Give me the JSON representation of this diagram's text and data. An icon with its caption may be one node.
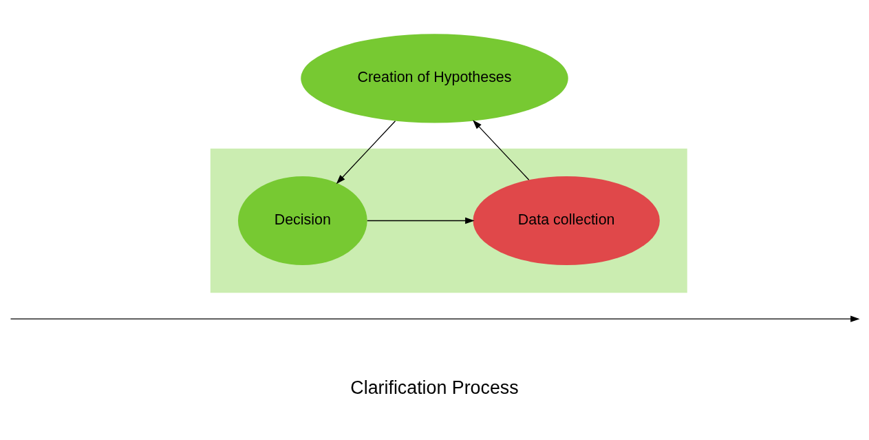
{
  "diagram": {
    "nodes": [
      {
        "text": [],
        "shape": "box"
      },
      {
        "text": [
          "Creation of Hypotheses"
        ]
      },
      {
        "text": [
          "Decision"
        ],
        "in": 0
      },
      {
        "text": [
          "Data collection"
        ],
        "in": 0
      }
    ],
    "edges": [
      {
        "from": 1,
        "to": 2,
        "arrow": "to"
      },
      {
        "from": 3,
        "to": 1,
        "arrow": "to"
      },
      {
        "from": 2,
        "to": 3,
        "arrow": "to"
      }
    ],
    "labels": [
      "Clarification Process"
    ]
  }
}
